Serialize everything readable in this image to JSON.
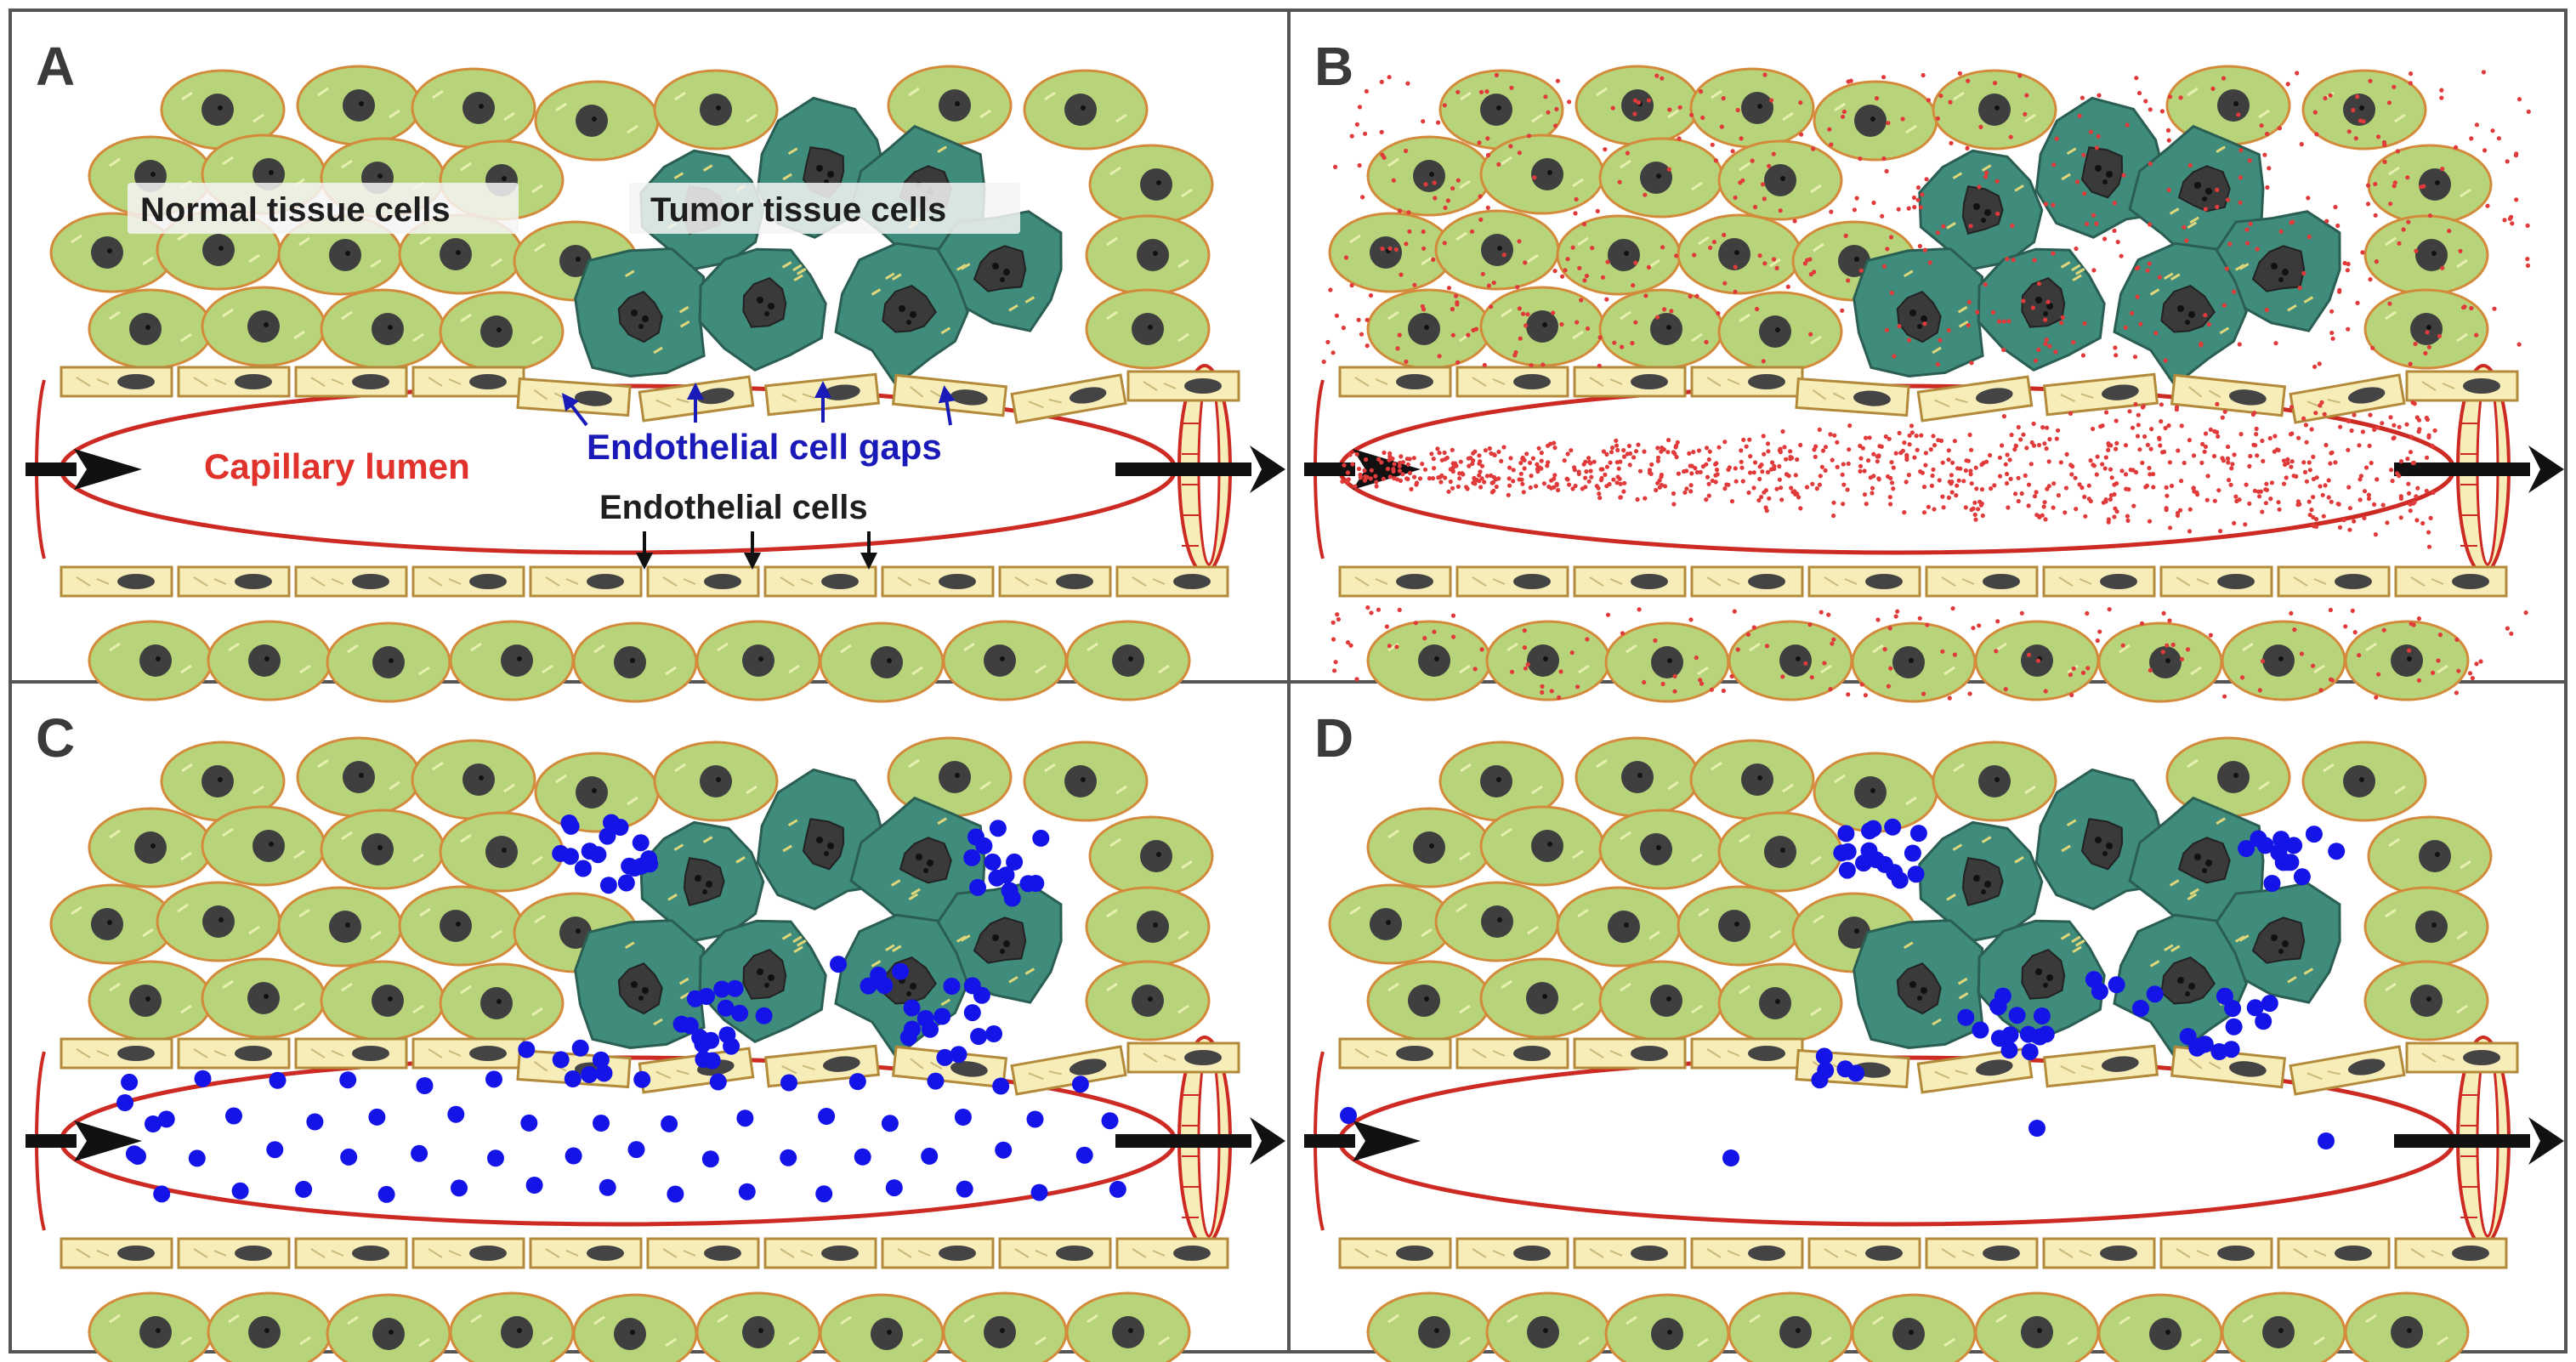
{
  "panels": [
    {
      "letter": "A",
      "mode": "labels"
    },
    {
      "letter": "B",
      "mode": "small-particles"
    },
    {
      "letter": "C",
      "mode": "large-particles"
    },
    {
      "letter": "D",
      "mode": "retained-particles"
    }
  ],
  "labels": {
    "normal_tissue": "Normal tissue cells",
    "tumor_tissue": "Tumor tissue cells",
    "capillary_lumen": "Capillary lumen",
    "endothelial_gaps": "Endothelial cell gaps",
    "endothelial_cells": "Endothelial cells"
  },
  "colors": {
    "normal_cell_fill": "#b8d47a",
    "normal_cell_stroke": "#d38a3a",
    "nucleus": "#3f3f3f",
    "tumor_cell_fill": "#3f8c7c",
    "tumor_cell_stroke": "#2a5e52",
    "endothelial_fill": "#f7edb8",
    "vessel_stroke": "#cc2a22",
    "small_particle": "#e03a3a",
    "large_particle": "#1414e8",
    "arrow": "#111111",
    "panel_border": "#555555",
    "label_red": "#e0322a",
    "label_blue": "#1a1ab8"
  }
}
